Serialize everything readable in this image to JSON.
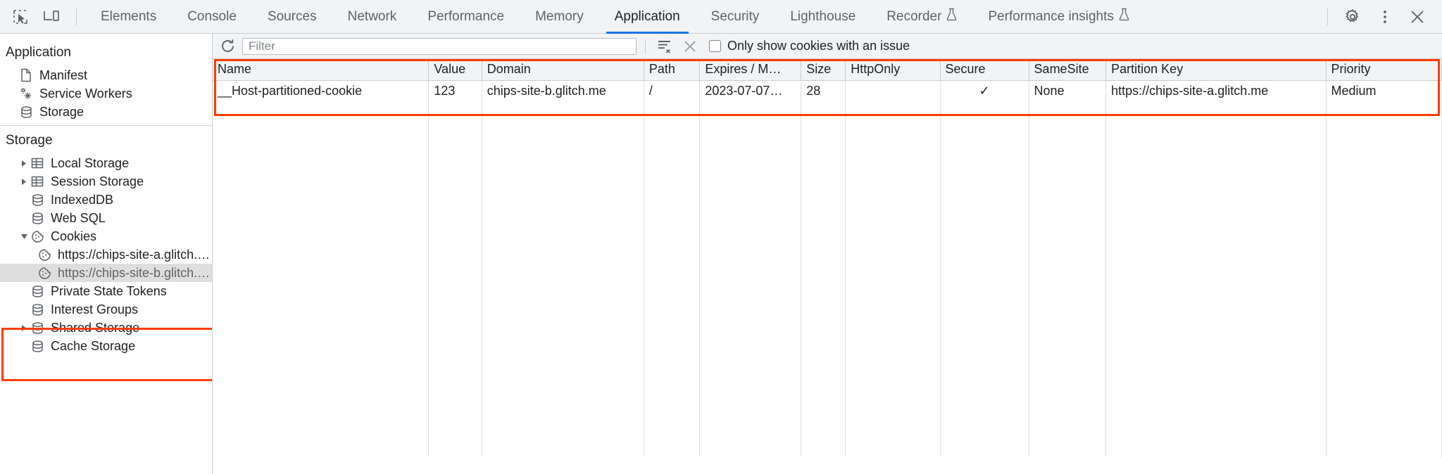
{
  "toolbar": {
    "inspect_icon": "inspect-element-icon",
    "device_icon": "device-toolbar-icon",
    "tabs": [
      {
        "label": "Elements",
        "active": false,
        "experimental": false
      },
      {
        "label": "Console",
        "active": false,
        "experimental": false
      },
      {
        "label": "Sources",
        "active": false,
        "experimental": false
      },
      {
        "label": "Network",
        "active": false,
        "experimental": false
      },
      {
        "label": "Performance",
        "active": false,
        "experimental": false
      },
      {
        "label": "Memory",
        "active": false,
        "experimental": false
      },
      {
        "label": "Application",
        "active": true,
        "experimental": false
      },
      {
        "label": "Security",
        "active": false,
        "experimental": false
      },
      {
        "label": "Lighthouse",
        "active": false,
        "experimental": false
      },
      {
        "label": "Recorder",
        "active": false,
        "experimental": true
      },
      {
        "label": "Performance insights",
        "active": false,
        "experimental": true
      }
    ],
    "settings_icon": "gear-icon",
    "more_icon": "kebab-menu-icon",
    "close_icon": "close-icon"
  },
  "sidebar": {
    "application": {
      "title": "Application",
      "items": [
        {
          "label": "Manifest",
          "icon": "document-icon",
          "twisty": false,
          "selected": false
        },
        {
          "label": "Service Workers",
          "icon": "gears-icon",
          "twisty": false,
          "selected": false
        },
        {
          "label": "Storage",
          "icon": "database-icon",
          "twisty": false,
          "selected": false
        }
      ]
    },
    "storage": {
      "title": "Storage",
      "items": [
        {
          "label": "Local Storage",
          "icon": "table-icon",
          "twisty": "collapsed",
          "indent": 1,
          "selected": false
        },
        {
          "label": "Session Storage",
          "icon": "table-icon",
          "twisty": "collapsed",
          "indent": 1,
          "selected": false
        },
        {
          "label": "IndexedDB",
          "icon": "database-icon",
          "twisty": false,
          "indent": 1,
          "selected": false
        },
        {
          "label": "Web SQL",
          "icon": "database-icon",
          "twisty": false,
          "indent": 1,
          "selected": false
        },
        {
          "label": "Cookies",
          "icon": "cookie-icon",
          "twisty": "expanded",
          "indent": 1,
          "selected": false
        },
        {
          "label": "https://chips-site-a.glitch.me",
          "icon": "cookie-icon",
          "twisty": false,
          "indent": 2,
          "selected": false
        },
        {
          "label": "https://chips-site-b.glitch.me",
          "icon": "cookie-icon",
          "twisty": false,
          "indent": 2,
          "selected": true
        },
        {
          "label": "Private State Tokens",
          "icon": "database-icon",
          "twisty": false,
          "indent": 1,
          "selected": false
        },
        {
          "label": "Interest Groups",
          "icon": "database-icon",
          "twisty": false,
          "indent": 1,
          "selected": false
        },
        {
          "label": "Shared Storage",
          "icon": "database-icon",
          "twisty": "collapsed",
          "indent": 1,
          "selected": false
        },
        {
          "label": "Cache Storage",
          "icon": "database-icon",
          "twisty": false,
          "indent": 1,
          "selected": false
        }
      ]
    }
  },
  "filterbar": {
    "refresh_icon": "refresh-icon",
    "filter_placeholder": "Filter",
    "filter_value": "",
    "clear_filtered_icon": "clear-filtered-cookies-icon",
    "clear_all_icon": "clear-all-cookies-icon",
    "only_issues_label": "Only show cookies with an issue",
    "only_issues_checked": false
  },
  "table": {
    "columns": [
      "Name",
      "Value",
      "Domain",
      "Path",
      "Expires / M…",
      "Size",
      "HttpOnly",
      "Secure",
      "SameSite",
      "Partition Key",
      "Priority"
    ],
    "rows": [
      {
        "Name": "__Host-partitioned-cookie",
        "Value": "123",
        "Domain": "chips-site-b.glitch.me",
        "Path": "/",
        "Expires / M…": "2023-07-07…",
        "Size": "28",
        "HttpOnly": "",
        "Secure": "✓",
        "SameSite": "None",
        "Partition Key": "https://chips-site-a.glitch.me",
        "Priority": "Medium"
      }
    ]
  },
  "highlights": {
    "color": "#fc3d03",
    "regions": [
      "cookies-tree-group",
      "cookie-table-row"
    ]
  }
}
